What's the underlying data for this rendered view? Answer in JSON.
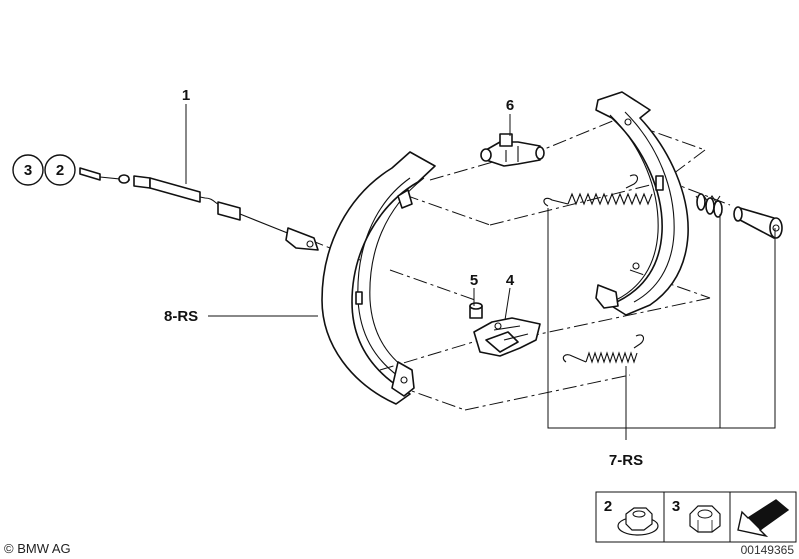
{
  "callouts": {
    "part_1": "1",
    "part_4": "4",
    "part_5": "5",
    "part_6": "6",
    "part_7": "7-RS",
    "part_8": "8-RS"
  },
  "cable_circles": [
    "3",
    "2"
  ],
  "legend": {
    "item_a": "2",
    "item_b": "3"
  },
  "footer": {
    "copyright": "© BMW AG",
    "document_number": "00149365"
  },
  "colors": {
    "line": "#111111",
    "background": "#ffffff"
  }
}
